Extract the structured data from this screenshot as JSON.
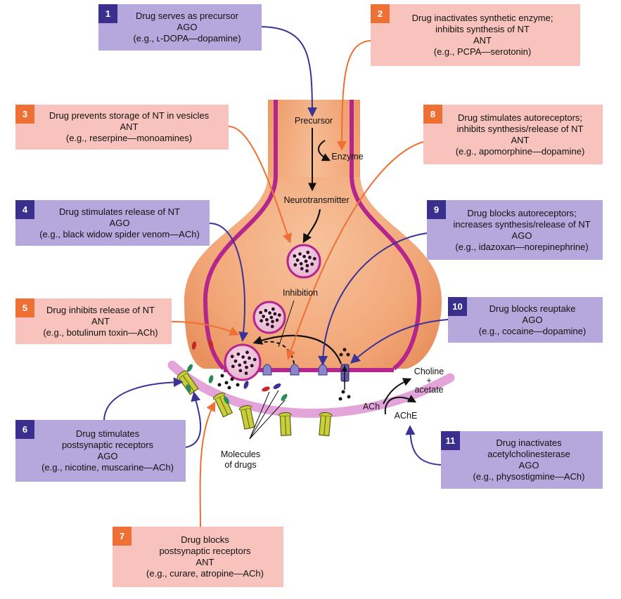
{
  "colors": {
    "agonist_box": "#b6a8dc",
    "antagonist_box": "#f8c3bd",
    "agonist_number": "#3a2f8d",
    "antagonist_number": "#ee7035",
    "agonist_arrow": "#3a3396",
    "antagonist_arrow": "#ee7035",
    "neuron_fill": "#f2a677",
    "membrane": "#b5268d",
    "postsynaptic_membrane": "#e3a4da",
    "receptor": "#c9cf3a"
  },
  "boxes": [
    {
      "num": "1",
      "lines": [
        "Drug serves as precursor",
        "AGO",
        "(e.g., ʟ-DOPA—dopamine)"
      ]
    },
    {
      "num": "2",
      "lines": [
        "Drug inactivates synthetic enzyme;",
        "inhibits synthesis of NT",
        "ANT",
        "(e.g., PCPA—serotonin)"
      ]
    },
    {
      "num": "3",
      "lines": [
        "Drug prevents storage of NT in vesicles",
        "ANT",
        "(e.g., reserpine—monoamines)"
      ]
    },
    {
      "num": "8",
      "lines": [
        "Drug stimulates autoreceptors;",
        "inhibits synthesis/release of NT",
        "ANT",
        "(e.g., apomorphine—dopamine)"
      ]
    },
    {
      "num": "4",
      "lines": [
        "Drug stimulates release of NT",
        "AGO",
        "(e.g., black widow spider venom—ACh)"
      ]
    },
    {
      "num": "9",
      "lines": [
        "Drug blocks autoreceptors;",
        "increases synthesis/release of NT",
        "AGO",
        "(e.g., idazoxan—norepinephrine)"
      ]
    },
    {
      "num": "5",
      "lines": [
        "Drug inhibits release of NT",
        "ANT",
        "(e.g., botulinum toxin—ACh)"
      ]
    },
    {
      "num": "10",
      "lines": [
        "Drug blocks reuptake",
        "AGO",
        "(e.g., cocaine—dopamine)"
      ]
    },
    {
      "num": "6",
      "lines": [
        "Drug stimulates",
        "postsynaptic receptors",
        "AGO",
        "(e.g., nicotine, muscarine—ACh)"
      ]
    },
    {
      "num": "11",
      "lines": [
        "Drug inactivates",
        "acetylcholinesterase",
        "AGO",
        "(e.g., physostigmine—ACh)"
      ]
    },
    {
      "num": "7",
      "lines": [
        "Drug blocks",
        "postsynaptic receptors",
        "ANT",
        "(e.g., curare, atropine—ACh)"
      ]
    }
  ],
  "labels": {
    "precursor": "Precursor",
    "enzyme": "Enzyme",
    "neurotransmitter": "Neurotransmitter",
    "inhibition": "Inhibition",
    "choline": "Choline",
    "plus": "+",
    "acetate": "acetate",
    "ach": "ACh",
    "ache": "AChE",
    "molecules_line1": "Molecules",
    "molecules_line2": "of drugs"
  }
}
